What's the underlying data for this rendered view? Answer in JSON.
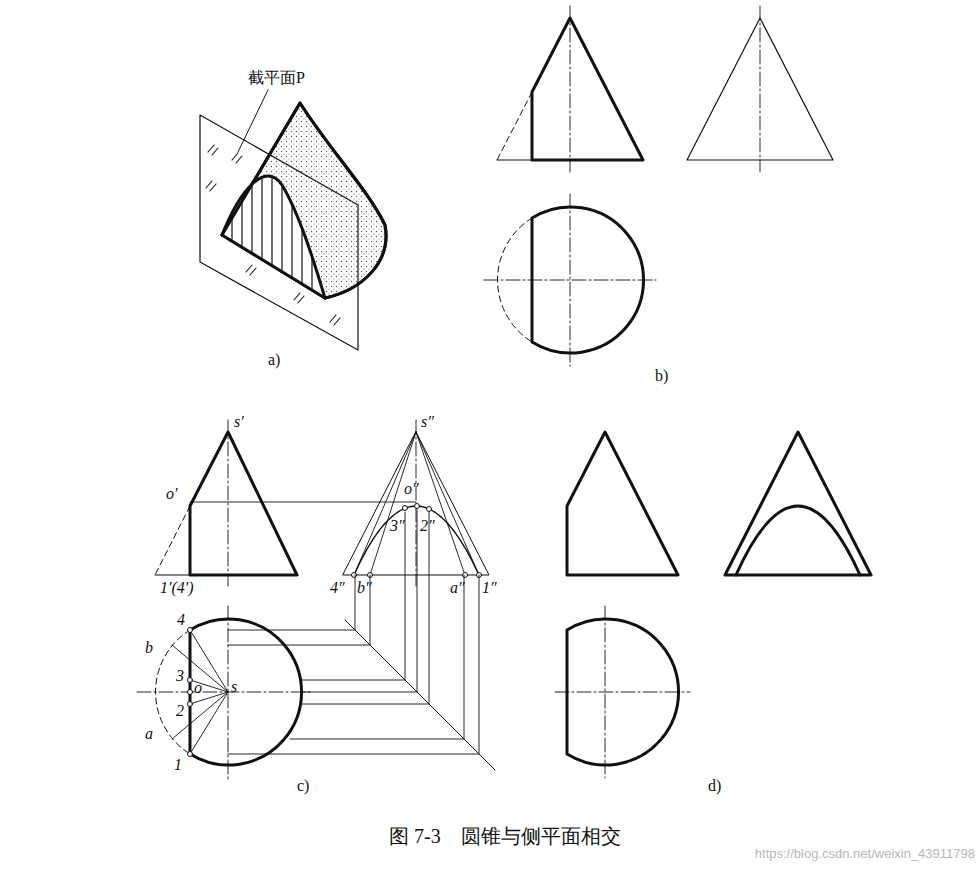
{
  "diagram": {
    "caption": "图 7-3　圆锥与侧平面相交",
    "labels": [
      "截平面P",
      "a)",
      "b)",
      "c)",
      "d)",
      "s′",
      "s″",
      "o′",
      "o″",
      "3″",
      "2″",
      "1′(4′)",
      "4″",
      "b″",
      "a″",
      "1″",
      "4",
      "b",
      "3",
      "o",
      "s",
      "2",
      "a",
      "1",
      "https://blog.csdn.net/weixin_43911798"
    ]
  }
}
